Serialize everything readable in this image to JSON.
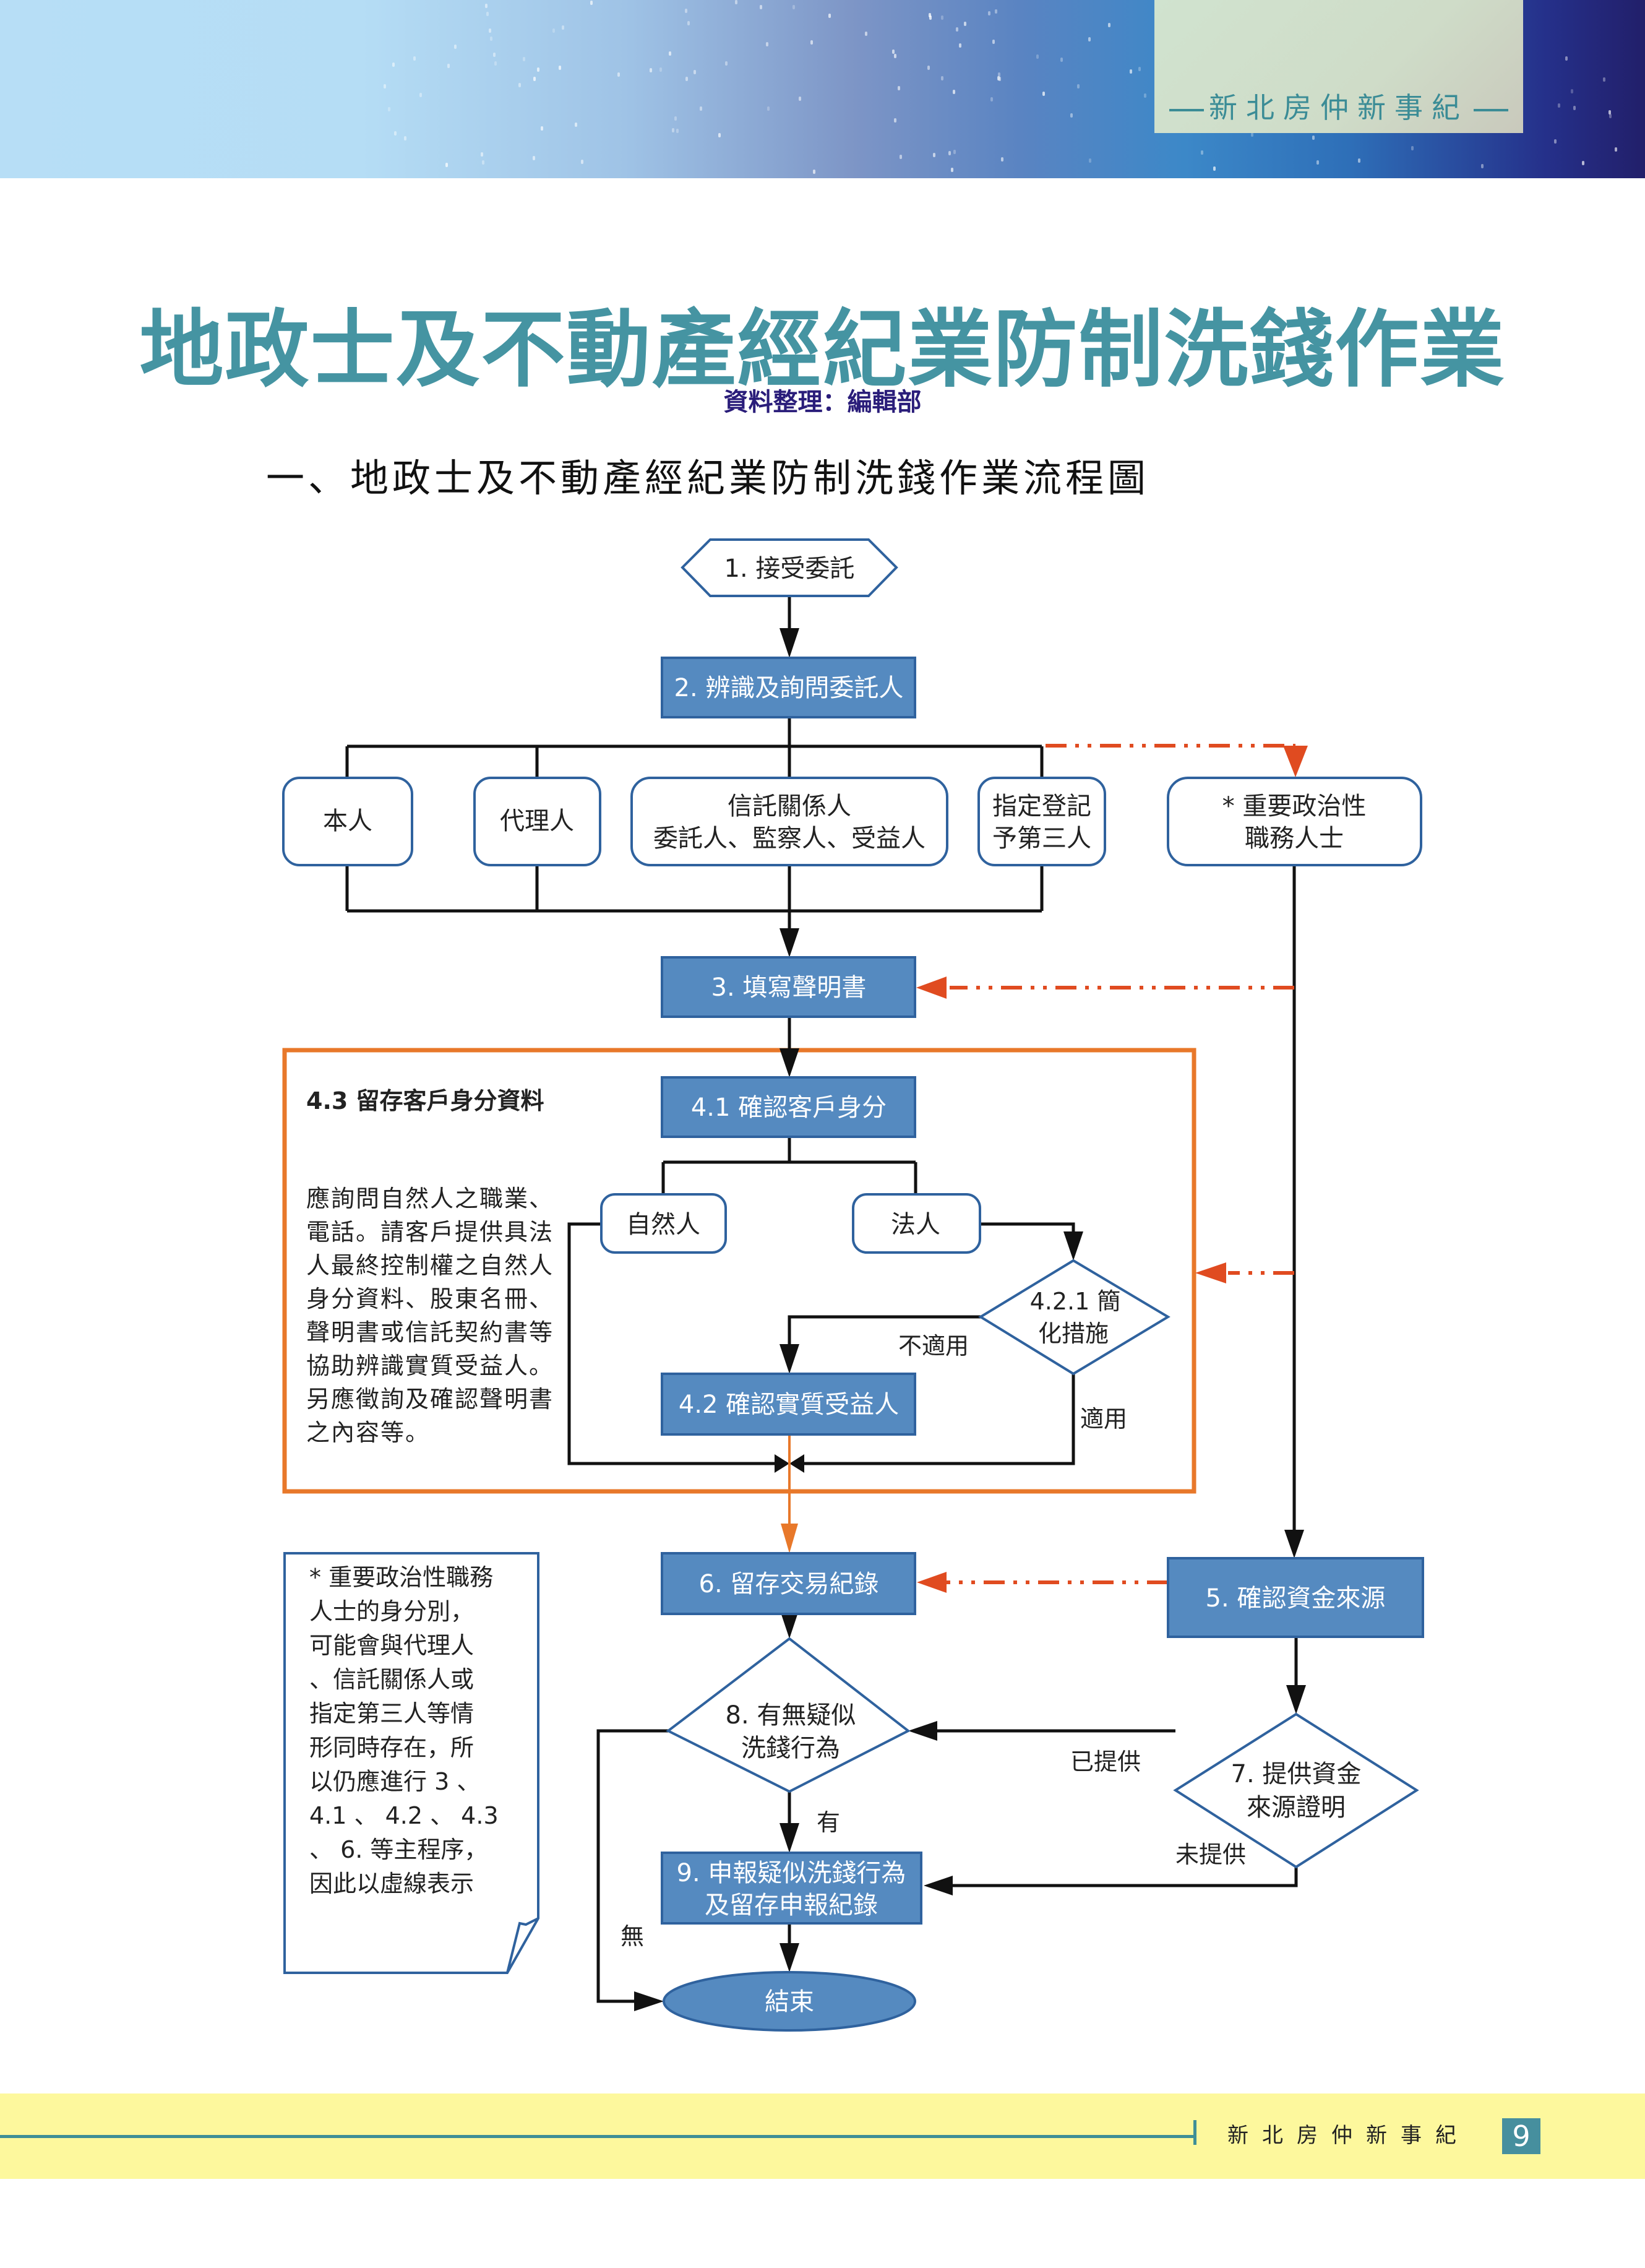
{
  "header": {
    "masthead": "新北房仲新事紀"
  },
  "article": {
    "title": "地政士及不動產經紀業防制洗錢作業",
    "byline": "資料整理：編輯部",
    "section_heading": "一、地政士及不動產經紀業防制洗錢作業流程圖"
  },
  "flowchart": {
    "colors": {
      "process_fill": "#558ac0",
      "process_border": "#2f629e",
      "outline_blue": "#2f629e",
      "connector": "#111111",
      "dashed_red": "#e04b20",
      "group_orange": "#e8782a"
    },
    "nodes": {
      "n1": "1. 接受委託",
      "n2": "2. 辨識及詢問委託人",
      "principal": "本人",
      "agent": "代理人",
      "trust_line1": "信託關係人",
      "trust_line2": "委託人、監察人、受益人",
      "designated_line1": "指定登記",
      "designated_line2": "予第三人",
      "pep_line1": "* 重要政治性",
      "pep_line2": "職務人士",
      "n3": "3. 填寫聲明書",
      "n41": "4.1 確認客戶身分",
      "natural_person": "自然人",
      "legal_person": "法人",
      "n421_line1": "4.2.1 簡",
      "n421_line2": "化措施",
      "n42": "4.2 確認實質受益人",
      "n6": "6. 留存交易紀錄",
      "n5": "5. 確認資金來源",
      "n8_line1": "8. 有無疑似",
      "n8_line2": "洗錢行為",
      "n7_line1": "7. 提供資金",
      "n7_line2": "來源證明",
      "n9_line1": "9. 申報疑似洗錢行為",
      "n9_line2": "及留存申報紀錄",
      "end": "結束"
    },
    "edge_labels": {
      "not_applicable": "不適用",
      "applicable": "適用",
      "provided": "已提供",
      "not_provided": "未提供",
      "yes": "有",
      "no": "無"
    },
    "side_panel": {
      "heading": "4.3 留存客戶身分資料",
      "body": "應詢問自然人之職業、電話。請客戶提供具法人最終控制權之自然人身分資料、股東名冊、聲明書或信託契約書等協助辨識實質受益人。另應徵詢及確認聲明書之內容等。"
    },
    "note": {
      "lines": [
        "* 重要政治性職務",
        "人士的身分別，",
        "可能會與代理人",
        "、信託關係人或",
        "指定第三人等情",
        "形同時存在，所",
        "以仍應進行 3 、",
        "4.1 、 4.2 、 4.3",
        "、 6. 等主程序，",
        "因此以虛線表示"
      ]
    }
  },
  "footer": {
    "masthead": "新北房仲新事紀",
    "page_number": "9"
  }
}
